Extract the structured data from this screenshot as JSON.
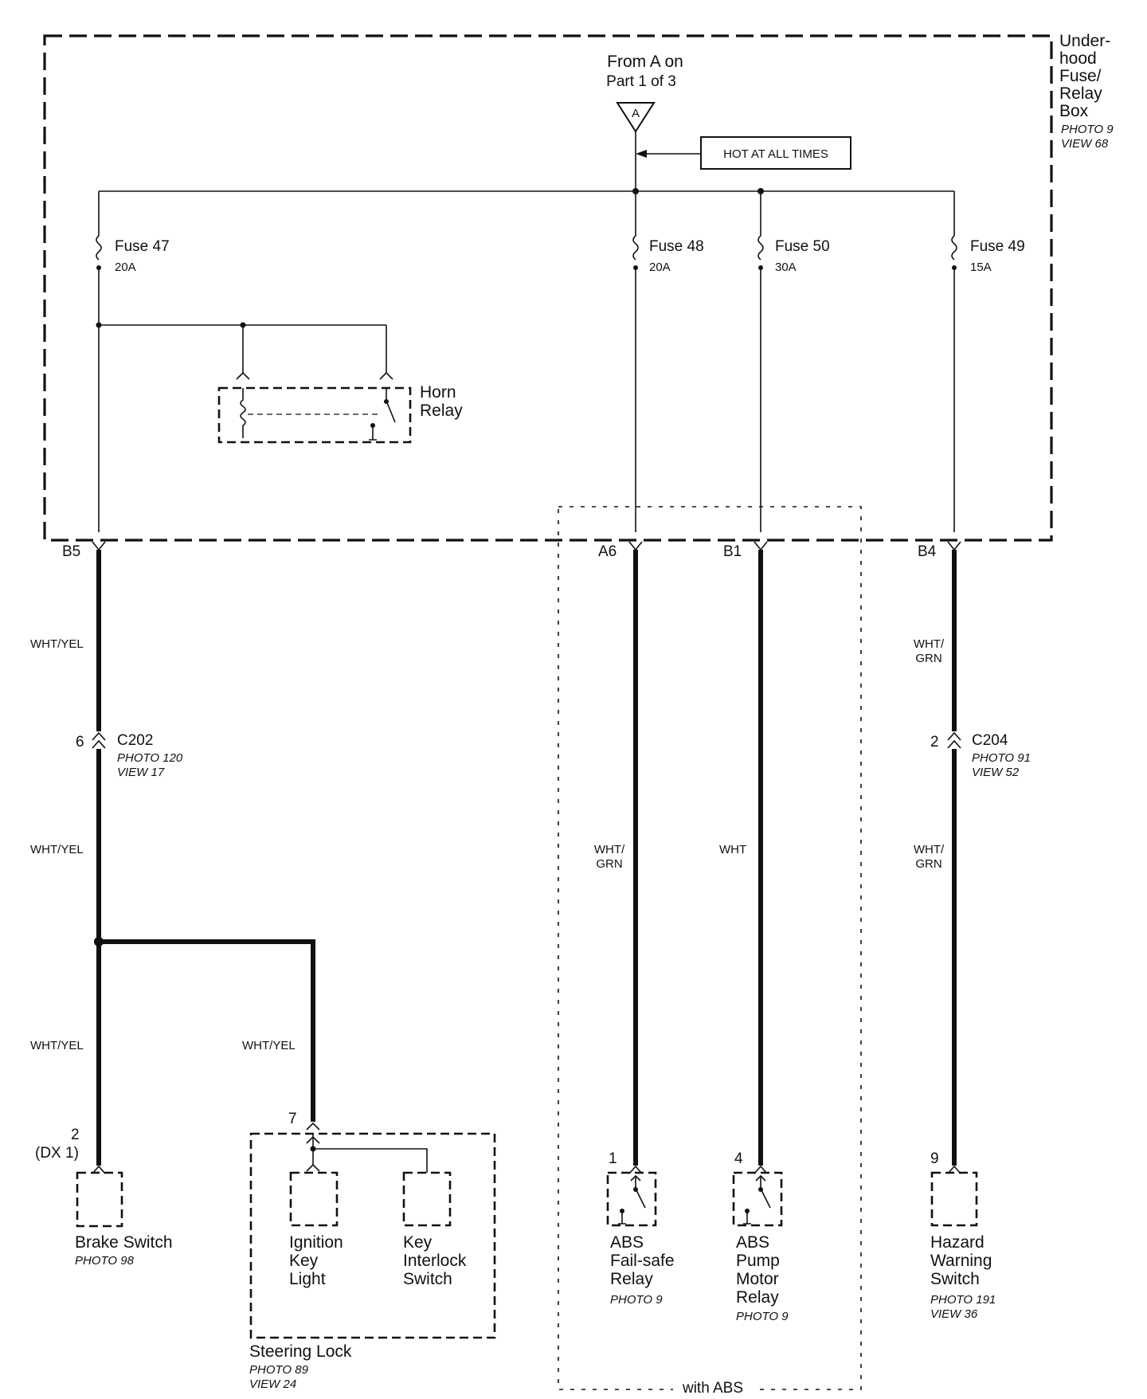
{
  "fusebox": {
    "title_lines": [
      "Under-",
      "hood",
      "Fuse/",
      "Relay",
      "Box"
    ],
    "photo": "PHOTO 9",
    "view": "VIEW 68"
  },
  "source": {
    "line1": "From A on",
    "line2": "Part 1 of 3",
    "connector": "A",
    "hot_label": "HOT AT ALL TIMES"
  },
  "fuses": [
    {
      "name": "Fuse 47",
      "rating": "20A"
    },
    {
      "name": "Fuse 48",
      "rating": "20A"
    },
    {
      "name": "Fuse 50",
      "rating": "30A"
    },
    {
      "name": "Fuse 49",
      "rating": "15A"
    }
  ],
  "horn_relay": {
    "line1": "Horn",
    "line2": "Relay"
  },
  "terminals": {
    "b5": "B5",
    "a6": "A6",
    "b1": "B1",
    "b4": "B4"
  },
  "wires": {
    "wht_yel": "WHT/YEL",
    "wht_slash": "WHT/",
    "grn": "GRN",
    "wht": "WHT"
  },
  "c202": {
    "pin": "6",
    "name": "C202",
    "photo": "PHOTO 120",
    "view": "VIEW 17"
  },
  "c204": {
    "pin": "2",
    "name": "C204",
    "photo": "PHOTO 91",
    "view": "VIEW 52"
  },
  "brake_switch": {
    "pin": "2",
    "pin_alt": "(DX 1)",
    "name": "Brake Switch",
    "photo": "PHOTO 98"
  },
  "steering_lock": {
    "pin": "7",
    "name": "Steering Lock",
    "photo": "PHOTO 89",
    "view": "VIEW 24",
    "ignition_lines": [
      "Ignition",
      "Key",
      "Light"
    ],
    "interlock_lines": [
      "Key",
      "Interlock",
      "Switch"
    ]
  },
  "abs_failsafe": {
    "pin": "1",
    "lines": [
      "ABS",
      "Fail-safe",
      "Relay"
    ],
    "photo": "PHOTO 9"
  },
  "abs_pump": {
    "pin": "4",
    "lines": [
      "ABS",
      "Pump",
      "Motor",
      "Relay"
    ],
    "photo": "PHOTO 9"
  },
  "hazard": {
    "pin": "9",
    "lines": [
      "Hazard",
      "Warning",
      "Switch"
    ],
    "photo": "PHOTO 191",
    "view": "VIEW 36"
  },
  "with_abs": "with ABS"
}
